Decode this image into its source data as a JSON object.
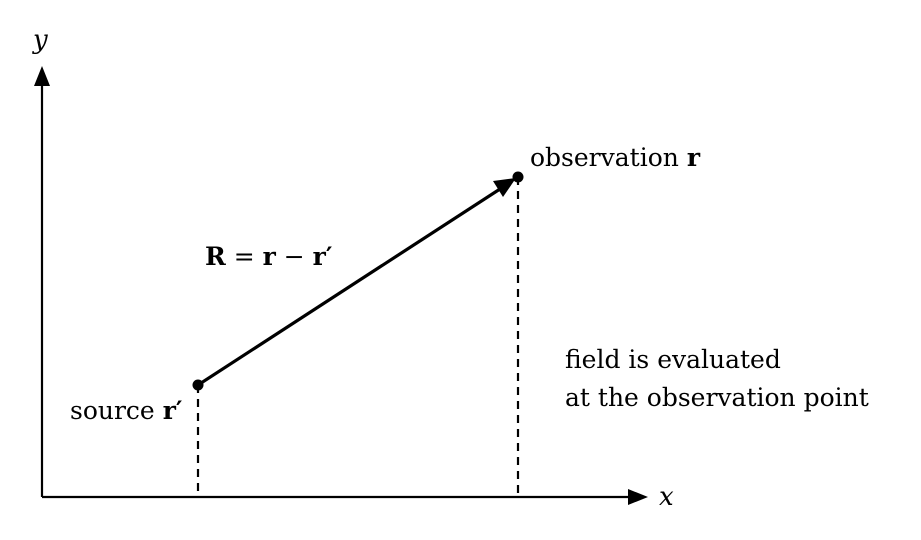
{
  "axes": {
    "x_label": "x",
    "y_label": "y"
  },
  "source": {
    "label": "source",
    "symbol": "r′"
  },
  "observation": {
    "label": "observation",
    "symbol": "r"
  },
  "vector": {
    "lhs": "R",
    "eq": "=",
    "r": "r",
    "minus": "−",
    "rprime": "r′"
  },
  "note": {
    "line1": "field is evaluated",
    "line2": "at the observation point"
  },
  "colors": {
    "ink": "#000000",
    "background": "#ffffff"
  }
}
